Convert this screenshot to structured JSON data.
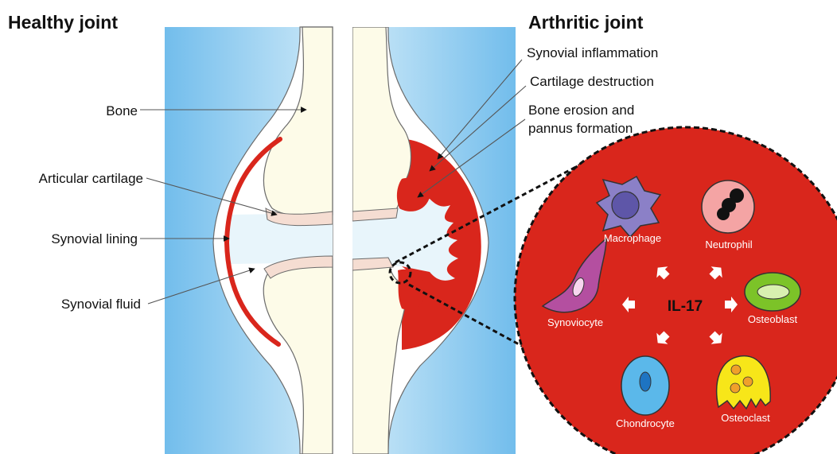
{
  "healthy": {
    "title": "Healthy joint",
    "labels": {
      "bone": "Bone",
      "articular_cartilage": "Articular cartilage",
      "synovial_lining": "Synovial lining",
      "synovial_fluid": "Synovial fluid"
    }
  },
  "arthritic": {
    "title": "Arthritic joint",
    "labels": {
      "synovial_inflammation": "Synovial inflammation",
      "cartilage_destruction": "Cartilage destruction",
      "bone_erosion_1": "Bone erosion and",
      "bone_erosion_2": "pannus formation"
    }
  },
  "inset": {
    "center": "IL-17",
    "cells": {
      "macrophage": "Macrophage",
      "neutrophil": "Neutrophil",
      "synoviocyte": "Synoviocyte",
      "osteoblast": "Osteoblast",
      "chondrocyte": "Chondrocyte",
      "osteoclast": "Osteoclast"
    }
  },
  "colors": {
    "background_blue": "#7ec4ee",
    "bone": "#fdfbe8",
    "cartilage": "#f5ddd2",
    "inflammation_red": "#d9261c",
    "synovial_fluid": "#e8f5fb"
  }
}
